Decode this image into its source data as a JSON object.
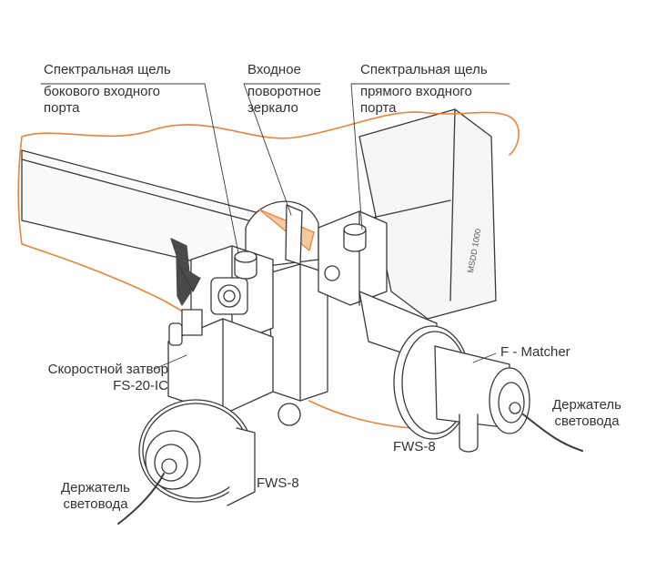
{
  "colors": {
    "stroke": "#3a3a3a",
    "accent": "#e8843a",
    "accent_fill": "#f0a86a",
    "text": "#333333",
    "background": "#ffffff"
  },
  "labels": {
    "side_slit": [
      "Спектральная щель",
      "бокового входного",
      "порта"
    ],
    "mirror": [
      "Входное",
      "поворотное",
      "зеркало"
    ],
    "direct_slit": [
      "Спектральная щель",
      "прямого входного",
      "порта"
    ],
    "shutter": [
      "Скоростной затвор",
      "FS-20-IC"
    ],
    "holder_left": [
      "Держатель",
      "световода"
    ],
    "fws_left": "FWS-8",
    "fws_right": "FWS-8",
    "fmatcher": "F - Matcher",
    "holder_right": [
      "Держатель",
      "световода"
    ],
    "device_model": "MSDD 1000"
  }
}
